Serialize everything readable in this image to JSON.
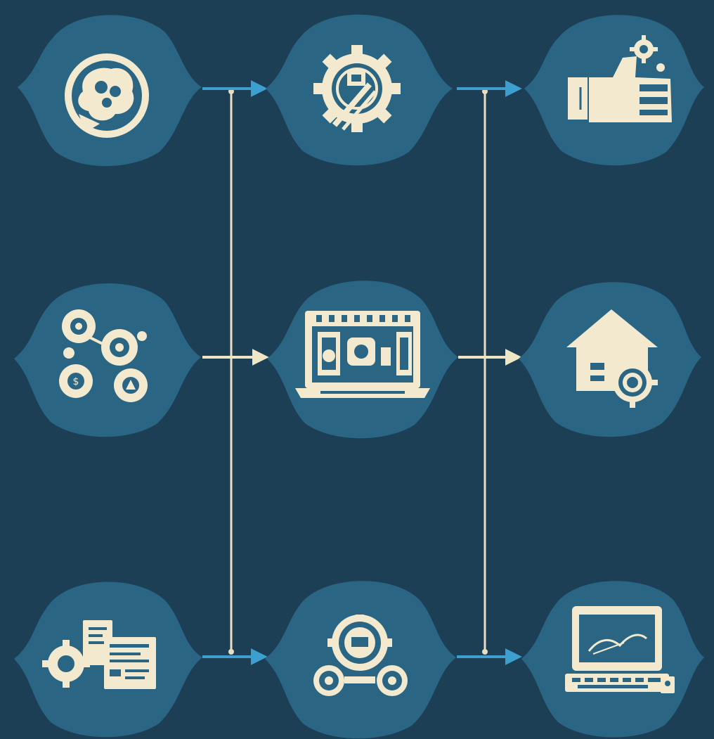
{
  "colors": {
    "background": "#1c3f55",
    "node_fill": "#2a6584",
    "icon_cream": "#f2e9cf",
    "arrow_blue": "#3c9fcf",
    "arrow_cream": "#efe6c6",
    "connector": "#e9dfc0"
  },
  "nodes": [
    {
      "id": "r1c1",
      "icon": "brain-gear-icon"
    },
    {
      "id": "r1c2",
      "icon": "gear-tools-icon"
    },
    {
      "id": "r1c3",
      "icon": "thumbs-up-gear-icon"
    },
    {
      "id": "r2c1",
      "icon": "gear-cluster-icon"
    },
    {
      "id": "r2c2",
      "icon": "laptop-dashboard-icon"
    },
    {
      "id": "r2c3",
      "icon": "house-gear-icon"
    },
    {
      "id": "r3c1",
      "icon": "documents-gear-icon"
    },
    {
      "id": "r3c2",
      "icon": "gears-network-icon"
    },
    {
      "id": "r3c3",
      "icon": "computer-monitor-icon"
    }
  ],
  "arrows": [
    {
      "from": "r1c1",
      "to": "r1c2",
      "style": "blue"
    },
    {
      "from": "r1c2",
      "to": "r1c3",
      "style": "blue"
    },
    {
      "from": "r2c1",
      "to": "r2c2",
      "style": "cream"
    },
    {
      "from": "r2c2",
      "to": "r2c3",
      "style": "cream"
    },
    {
      "from": "r3c1",
      "to": "r3c2",
      "style": "blue"
    },
    {
      "from": "r3c2",
      "to": "r3c3",
      "style": "blue"
    }
  ],
  "connectors": [
    {
      "between": "column-1-2"
    },
    {
      "between": "column-2-3"
    }
  ]
}
